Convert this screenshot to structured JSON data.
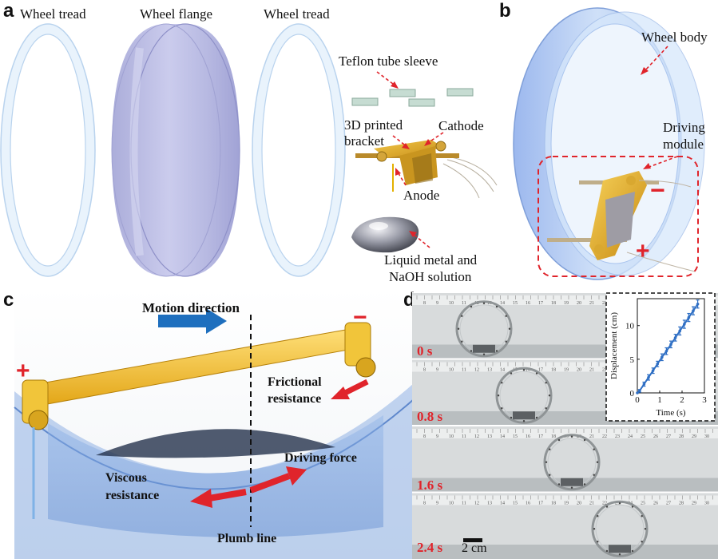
{
  "panels": {
    "a": "a",
    "b": "b",
    "c": "c",
    "d": "d"
  },
  "panel_a": {
    "tread_left": "Wheel tread",
    "flange": "Wheel flange",
    "tread_right": "Wheel tread",
    "teflon": "Teflon tube sleeve",
    "bracket_line1": "3D printed",
    "bracket_line2": "bracket",
    "cathode": "Cathode",
    "anode": "Anode",
    "liquid_line1": "Liquid metal and",
    "liquid_line2": "NaOH solution"
  },
  "panel_b": {
    "wheel_body": "Wheel body",
    "driving_line1": "Driving",
    "driving_line2": "module",
    "minus": "−",
    "plus": "+"
  },
  "panel_c": {
    "motion": "Motion direction",
    "frictional_line1": "Frictional",
    "frictional_line2": "resistance",
    "driving_force": "Driving force",
    "viscous_line1": "Viscous",
    "viscous_line2": "resistance",
    "plumb": "Plumb line",
    "minus": "−",
    "plus": "+"
  },
  "panel_d": {
    "times": [
      "0 s",
      "0.8 s",
      "1.6 s",
      "2.4 s"
    ],
    "scale_bar": "2 cm",
    "ruler_numbers": [
      "8",
      "9",
      "10",
      "11",
      "12",
      "13",
      "14",
      "15",
      "16",
      "17",
      "18",
      "19",
      "20",
      "21",
      "22",
      "23",
      "24",
      "25",
      "26",
      "27",
      "28",
      "29",
      "30"
    ]
  },
  "chart_data": {
    "type": "line",
    "xlabel": "Time (s)",
    "ylabel": "Displacement (cm)",
    "xlim": [
      0,
      3
    ],
    "ylim": [
      0,
      14
    ],
    "xticks": [
      "0",
      "1",
      "2",
      "3"
    ],
    "yticks": [
      "0",
      "5",
      "10"
    ],
    "x": [
      0,
      0.1,
      0.3,
      0.5,
      0.7,
      0.9,
      1.1,
      1.3,
      1.5,
      1.7,
      1.9,
      2.1,
      2.3,
      2.5,
      2.7
    ],
    "values": [
      0,
      0.3,
      1.3,
      2.3,
      3.3,
      4.3,
      5.3,
      6.2,
      7.2,
      8.2,
      9.2,
      10.2,
      11.2,
      12.2,
      13.2
    ],
    "errors": [
      0,
      0.2,
      0.3,
      0.4,
      0.4,
      0.4,
      0.5,
      0.5,
      0.5,
      0.5,
      0.6,
      0.6,
      0.6,
      0.6,
      0.6
    ],
    "color": "#2f6fc4",
    "grid": false
  }
}
